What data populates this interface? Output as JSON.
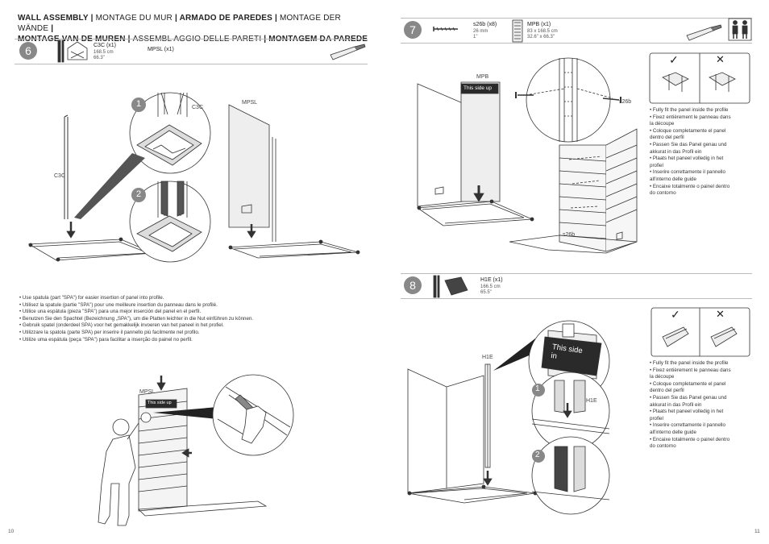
{
  "header": {
    "line1_parts": [
      "WALL ASSEMBLY",
      " | ",
      "MONTAGE DU MUR",
      " | ",
      "ARMADO DE PAREDES",
      " | ",
      "MONTAGE DER WÄNDE",
      " |"
    ],
    "line2_parts": [
      "MONTAGE VAN DE MUREN",
      " | ",
      "ASSEMBL AGGIO DELLE PARETI",
      " | ",
      "MONTAGEM DA PAREDE"
    ]
  },
  "step6": {
    "number": "6",
    "part1_name": "C3C (x1)",
    "part1_dim1": "168.5 cm",
    "part1_dim2": "66.3\"",
    "part2_name": "MPSL (x1)",
    "labels": {
      "c3c_left": "C3C",
      "c3c_zoom": "C3C",
      "mpsl": "MPSL",
      "zoom1": "1",
      "zoom2": "2"
    },
    "instructions": [
      "• Use spatula (part \"SPA\") for easier insertion of panel into profile.",
      "• Utilisez la spatule (partie \"SPA\") pour une meilleure insertion du panneau dans le profilé.",
      "• Utilice una espátula (pieza \"SPA\") para una mejor inserción del panel en el perfil.",
      "• Benutzen Sie den Spachtel (Bezeichnung „SPA\"), um die Platten leichter in die Nut einführen zu können.",
      "• Gebruik spatel (onderdeel SPA) voor het gemakkelijk invoeren van het paneel in het profiel.",
      "• Utilizzare la spatola (parte SPA) per inserire il pannello più facilmente nel profilo.",
      "• Utilize uma espátula (peça \"SPA\") para facilitar a inserção do painel no perfil."
    ],
    "bottom_labels": {
      "mpsl": "MPSL",
      "this_side_up": "This side up"
    }
  },
  "step7": {
    "number": "7",
    "part1_name": "s26b (x8)",
    "part1_dim1": "26 mm",
    "part1_dim2": "1\"",
    "part2_name": "MPB (x1)",
    "part2_dim1": "83 x 168.5 cm",
    "part2_dim2": "32.6\" x 66.3\"",
    "labels": {
      "mpb": "MPB",
      "this_side_up": "This side up",
      "s26b_a": "s26b",
      "s26b_b": "s26b"
    },
    "check": "✓",
    "cross": "✕",
    "bullets": [
      "• Fully fit the panel inside the profile",
      "• Fixez entièrement le panneau dans",
      "   la découpe",
      "• Coloque completamente el panel",
      "   dentro del perfil",
      "• Passen Sie das Panel genau und",
      "   akkurat in das Profil ein",
      "• Plaats het paneel volledig in het",
      "   profiel",
      "• Inserire correttamente il pannello",
      "   all'interno delle guide",
      "• Encaixe totalmente o painel dentro",
      "   do contorno"
    ]
  },
  "step8": {
    "number": "8",
    "part1_name": "H1E (x1)",
    "part1_dim1": "166.5 cm",
    "part1_dim2": "65.5\"",
    "labels": {
      "h1e": "H1E",
      "h1e_zoom": "H1E",
      "this_side_in": "This side in",
      "zoom1": "1",
      "zoom2": "2"
    },
    "check": "✓",
    "cross": "✕",
    "bullets": [
      "• Fully fit the panel inside the profile",
      "• Fixez entièrement le panneau dans",
      "   la découpe",
      "• Coloque completamente el panel",
      "   dentro del perfil",
      "• Passen Sie das Panel genau und",
      "   akkurat in das Profil ein",
      "• Plaats het paneel volledig in het",
      "   profiel",
      "• Inserire correttamente il pannello",
      "   all'interno delle guide",
      "• Encaixe totalmente o painel dentro",
      "   do contorno"
    ]
  },
  "pages": {
    "left": "10",
    "right": "11"
  },
  "colors": {
    "step_circle": "#888888",
    "rule": "#bbbbbb",
    "panel_dark": "#2a2a2a"
  }
}
